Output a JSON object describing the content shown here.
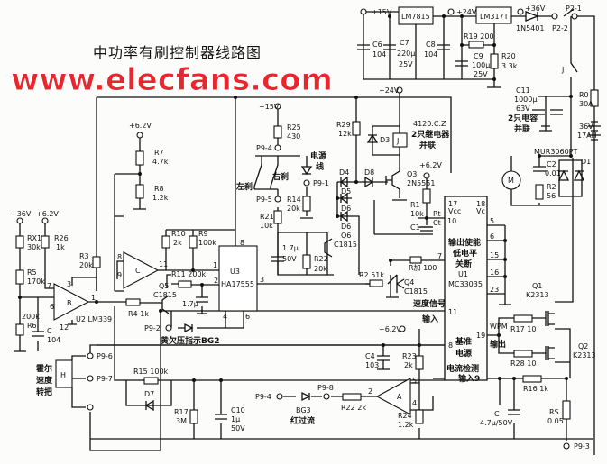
{
  "title": "中功率有刷控制器线路图",
  "watermark": "www.elecfans.com",
  "supply": {
    "v15": "+15V",
    "v24a": "+24V",
    "v24b": "+24V",
    "v36a": "+36V",
    "v36b": "+36V",
    "v62a": "+6.2V",
    "v62b": "+6.2V",
    "v62c": "+6.2V",
    "v62d": "+6.2V",
    "v15b": "+15V"
  },
  "regulators": {
    "lm7815": "LM7815",
    "lm317": "LM317T"
  },
  "parts": {
    "c6": "C6",
    "c6v": "104",
    "c7": "C7",
    "c7v": "220μ",
    "c7u": "25V",
    "c8": "C8",
    "c8v": "104",
    "r19": "R19  200",
    "c9": "C9",
    "c9v": "100μ",
    "c9u": "25V",
    "r20": "R20",
    "r20v": "3.3k",
    "d1n": "1N5401",
    "p22": "P2-2",
    "p21": "P2-1",
    "j": "J",
    "c11": "C11",
    "c11v": "1000μ",
    "c11u": "63V",
    "c11n1": "2只电容",
    "c11n2": "并联",
    "r0": "R0",
    "r0v": "30A",
    "bat": "36V",
    "batv": "17AH",
    "mur": "MUR3060PT",
    "d1": "D1",
    "c2": "C2",
    "c2v": "0.01",
    "r2": "R2",
    "r2v": "56",
    "m": "M",
    "r29": "R29",
    "r29v": "12k",
    "d3": "D3",
    "relay": "J",
    "relay1": "4120.C.Z",
    "relay2": "2只继电器",
    "relay3": "并联",
    "d4": "D4",
    "d8": "D8",
    "d5": "D5",
    "d6a": "D6",
    "d6b": "D6",
    "q3": "Q3",
    "q3v": "2N5551",
    "r1": "R1",
    "r1v": "10k",
    "rt": "Rt",
    "ct": "Ct",
    "c1": "C1",
    "r7": "R7",
    "r7v": "4.7k",
    "r8": "R8",
    "r8v": "1.2k",
    "r25": "R25",
    "r25v": "430",
    "p94a": "P9-4",
    "p95": "P9-5",
    "p91": "P9-1",
    "left_brake": "左刹",
    "right_brake": "右刹",
    "power_line1": "电源",
    "power_line2": "线",
    "r14": "R14",
    "r14v": "20k",
    "r21": "R21",
    "r21v": "10k",
    "rx1": "RX1",
    "rx1v": "30k",
    "r26": "R26",
    "r26v": "1k",
    "r3": "R3",
    "r3v": "20k",
    "r5": "R5",
    "r5v": "170k",
    "r6v": "200k",
    "r6": "R6",
    "cb": "C",
    "cbv": "104",
    "u2b": "B",
    "u2": "U2  LM339",
    "p7": "7",
    "p3": "3",
    "p6": "6",
    "p12": "12",
    "p1": "1",
    "uc": "C",
    "pc8": "8",
    "pc9": "9",
    "pc11": "11",
    "q5": "Q5",
    "q5v": "C1815",
    "r4": "R4  1k",
    "r11": "R11  200k",
    "c17": "1.7μ",
    "r10": "R10",
    "r10v": "2k",
    "r9": "R9",
    "r9v": "100k",
    "u3": "U3",
    "u3v": "HA17555",
    "u3p8": "8",
    "u3p1": "1",
    "u3p2": "2",
    "u3p3": "3",
    "u3p4": "4",
    "u3p6": "6",
    "p92": "P9-2",
    "bg2": "黄欠压指示BG2",
    "c17b": "1.7μ",
    "c17bu": "50V",
    "r22a": "R22",
    "r22av": "20k",
    "q6": "Q6",
    "q6v": "C1815",
    "r2b": "R2  51k",
    "q4": "Q4",
    "q4v": "C1815",
    "rw": "R加  100",
    "u1": "U1",
    "u1v": "MC33035",
    "vcc": "Vcc",
    "vc": "Vc",
    "u1p17": "17",
    "u1p18": "18",
    "u1p10": "10",
    "u1p7": "7",
    "u1p11": "11",
    "u1p8": "8",
    "u1p5": "5",
    "u1p6": "6",
    "u1p15": "15",
    "u1p16": "16",
    "u1p23": "23",
    "u1p19": "19",
    "oe1": "输出使能",
    "oe2": "低电平",
    "oe3": "关断",
    "speed1": "速度信号",
    "speed2": "输入",
    "ref1": "基准",
    "ref2": "电源",
    "cs1": "电流检测",
    "cs2": "输入9",
    "pwm1": "WPM",
    "pwm2": "输出",
    "q1": "Q1",
    "q1v": "K2313",
    "q2": "Q2",
    "q2v": "K2313",
    "r17a": "R17  10",
    "r28": "R28  10",
    "r16": "R16  1k",
    "rs": "RS",
    "rsv": "0.05",
    "p93": "P9-3",
    "cc": "C",
    "ccv": "4.7μ/50V",
    "c4": "C4",
    "c4v": "103",
    "r23": "R23",
    "r23v": "2k",
    "r24": "R24",
    "r24v": "1.2k",
    "ua": "A",
    "pa5": "5",
    "pa4": "4",
    "pa2": "2",
    "r22b": "R22  2k",
    "p98": "P9-8",
    "p94b": "P9-4",
    "bg3": "BG3",
    "bg3n": "红过流",
    "hall1": "霍尔",
    "hall2": "速度",
    "hall3": "转把",
    "h": "H",
    "p96": "P9-6",
    "p97": "P9-7",
    "r15": "R15  100k",
    "d7": "D7",
    "r17": "R17",
    "r17v": "3M",
    "c10": "C10",
    "c10v": "1μ",
    "c10u": "50V"
  }
}
